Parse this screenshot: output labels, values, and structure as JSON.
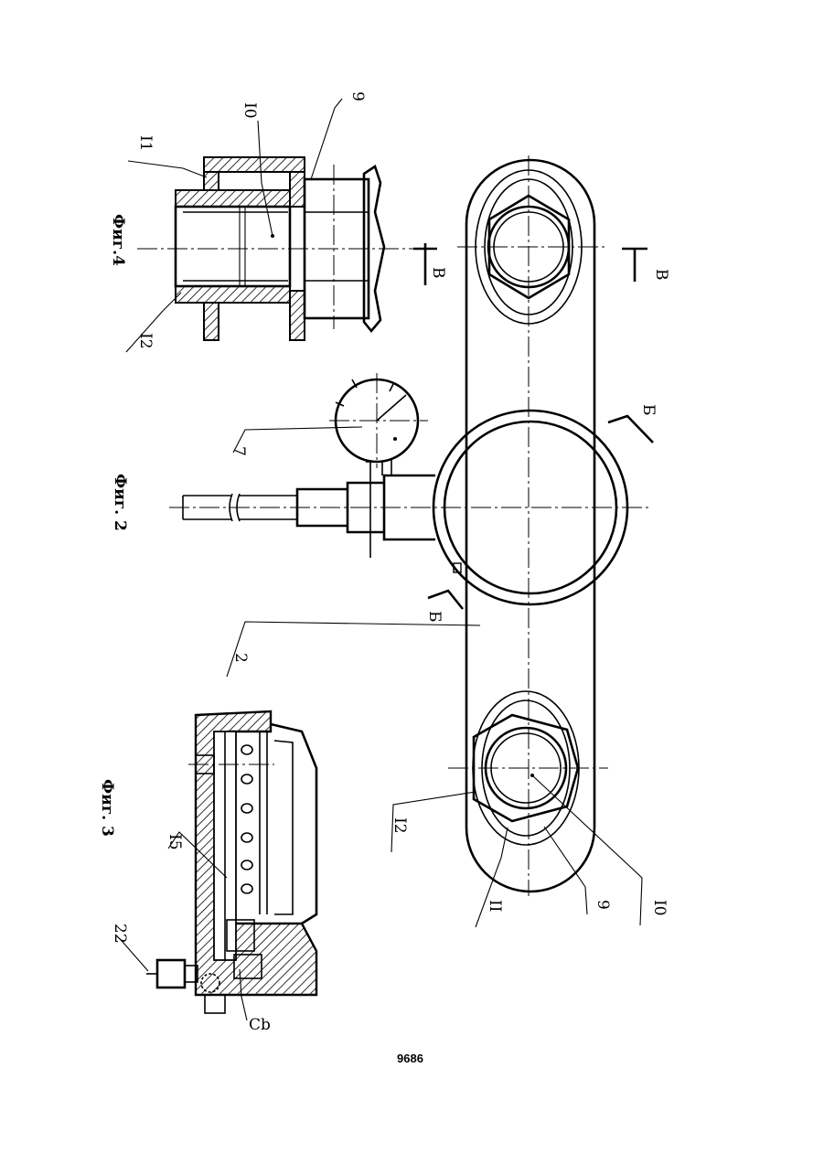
{
  "figures": {
    "fig2": "Фиг. 2",
    "fig3": "Фиг. 3",
    "fig4": "Фиг.4"
  },
  "callouts": {
    "c2": "2",
    "c7": "7",
    "c9_fig4": "9",
    "c10_fig4": "I0",
    "c11_fig4": "I1",
    "c12_fig4": "I2",
    "c9_fig2": "9",
    "c10_fig2": "I0",
    "c11_fig2": "II",
    "c12_fig2": "I2",
    "c15": "I5",
    "c22": "22",
    "c8": "Cb"
  },
  "sections": {
    "b_top": "Б",
    "b_bottom": "Б",
    "v_left": "В",
    "v_right": "В"
  },
  "page_number": "9686"
}
